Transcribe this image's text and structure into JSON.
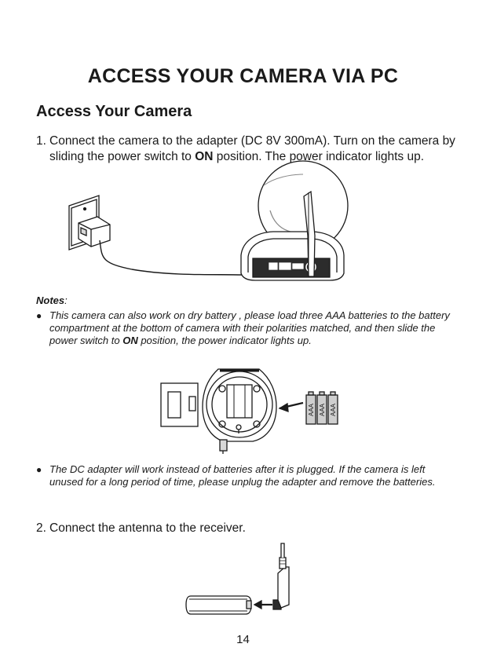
{
  "page_title": "ACCESS YOUR CAMERA VIA PC",
  "section_title": "Access Your Camera",
  "step1": {
    "number": "1.",
    "text_before": "Connect the camera to the adapter (DC 8V 300mA). Turn on the camera by sliding the power switch to ",
    "bold": "ON",
    "text_after": " position. The power indicator lights up."
  },
  "notes": {
    "heading": "Notes",
    "colon": ":",
    "bullet_1": {
      "text_before": "This camera can also work on dry battery , please load three AAA batteries to the battery compartment at the bottom of camera with their polarities matched, and then slide the power switch to ",
      "bold": "ON",
      "text_after": " position, the power indicator lights up."
    },
    "bullet_2": "The DC adapter will work instead of batteries after it is plugged. If the camera is left unused for a long period of time, please unplug the adapter and remove the batteries."
  },
  "battery_labels": [
    "AAA",
    "AAA",
    "AAA"
  ],
  "step2": {
    "number": "2.",
    "text": "Connect the antenna to the receiver."
  },
  "page_number": "14"
}
